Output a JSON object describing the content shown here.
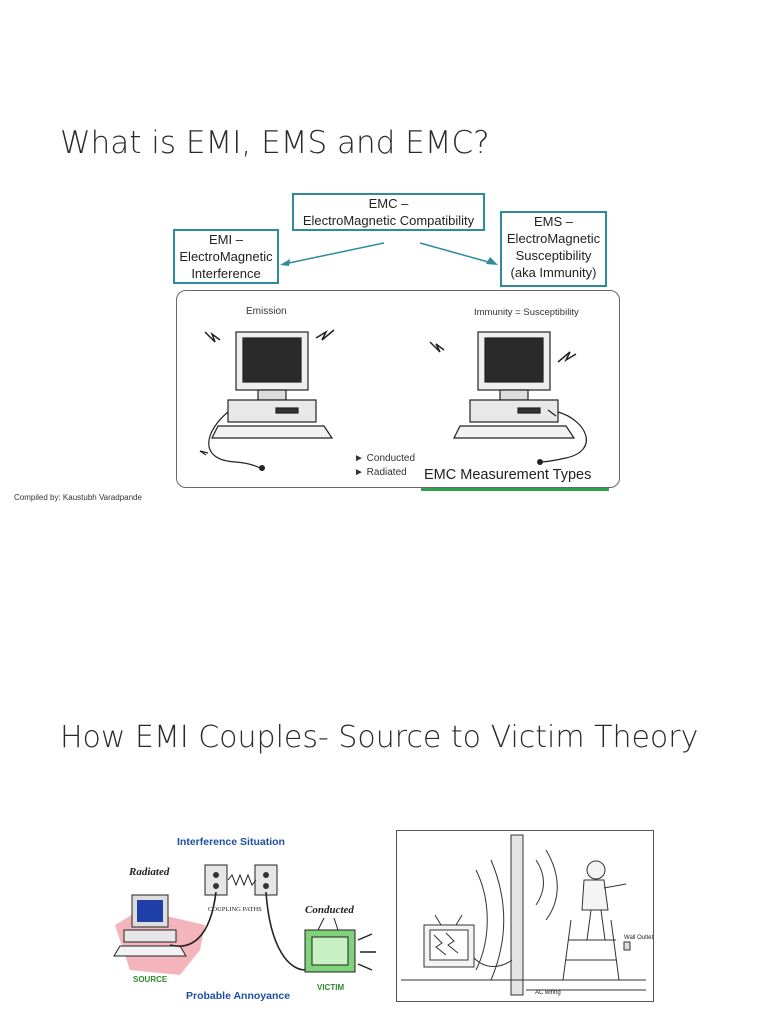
{
  "slide1": {
    "title": "What is EMI, EMS and EMC?",
    "emc": {
      "line1": "EMC –",
      "line2": "ElectroMagnetic Compatibility"
    },
    "emi": {
      "line1": "EMI –",
      "line2": "ElectroMagnetic",
      "line3": "Interference"
    },
    "ems": {
      "line1": "EMS –",
      "line2": "ElectroMagnetic",
      "line3": "Susceptibility",
      "line4": "(aka Immunity)"
    },
    "emission_label": "Emission",
    "immunity_label": "Immunity = Susceptibility",
    "legend_conducted": "► Conducted",
    "legend_radiated": "► Radiated",
    "measurement_label": "EMC Measurement Types",
    "credit": "Compiled by: Kaustubh Varadpande"
  },
  "slide2": {
    "title": "How EMI Couples- Source to Victim Theory",
    "interference_title": "Interference Situation",
    "radiated": "Radiated",
    "coupling_paths": "COUPLING PATHS",
    "conducted": "Conducted",
    "source": "SOURCE",
    "victim": "VICTIM",
    "probable_annoyance": "Probable Annoyance",
    "wall_outlet": "Wall Outlet",
    "ac_wiring": "AC wiring"
  },
  "colors": {
    "box_border": "#2d8c9c",
    "underline": "#2fa14f",
    "heading_blue": "#1e4fa0",
    "source_pink": "#f4b4bc",
    "victim_green": "#7fd37a"
  }
}
